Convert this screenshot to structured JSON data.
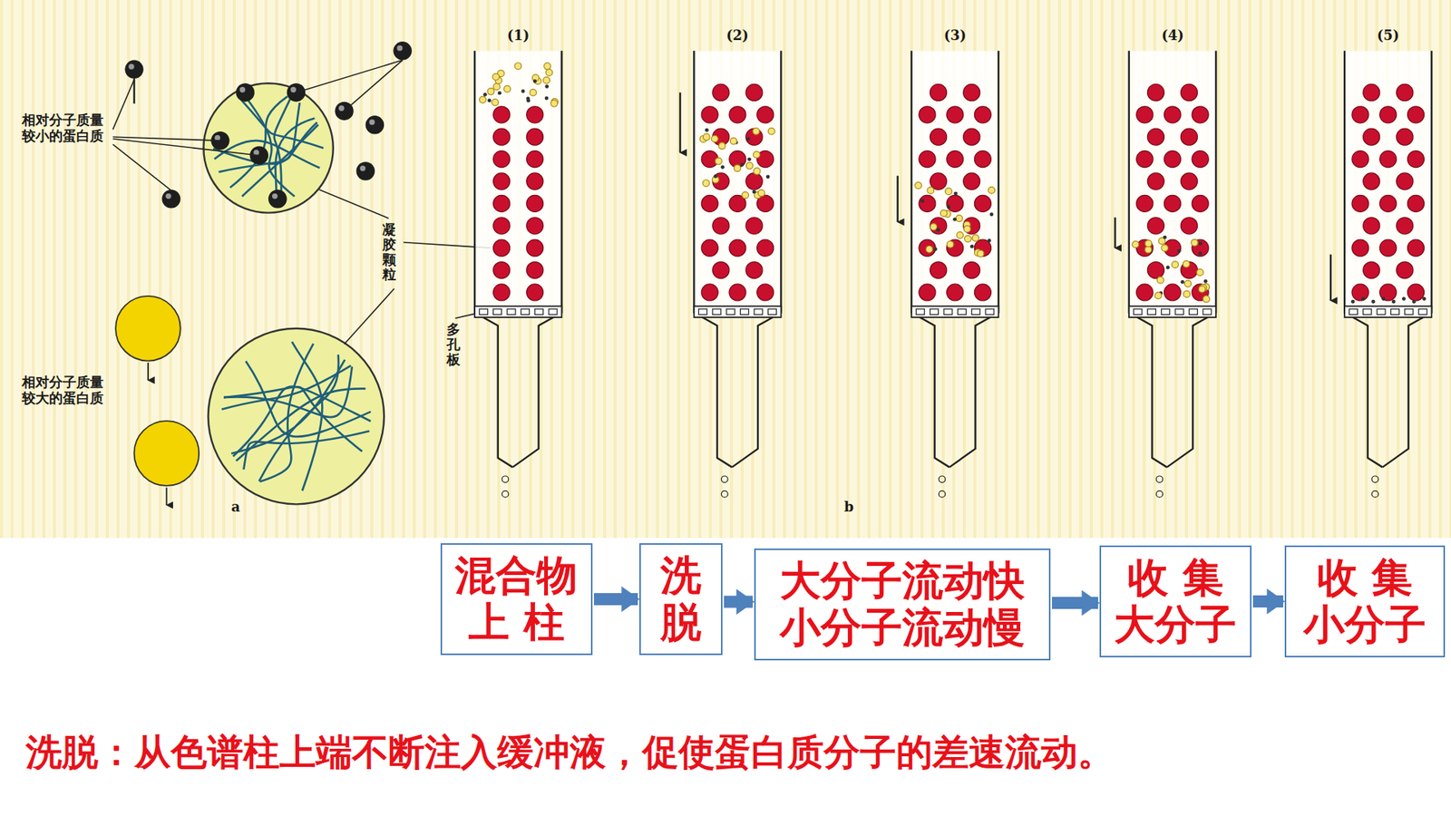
{
  "diagram": {
    "caption": "洗脱：从色谱柱上端不断注入缓冲液，促使蛋白质分子的差速流动。",
    "nodes": [
      {
        "text": [
          "混合物 上 柱"
        ]
      },
      {
        "text": [
          "洗 脱"
        ]
      },
      {
        "text": [
          "大分子流动快 小分子流动慢"
        ]
      },
      {
        "text": [
          "收 集 大分子"
        ]
      },
      {
        "text": [
          "收 集 小分子"
        ]
      }
    ],
    "edges": [
      {
        "from": 0,
        "to": 1,
        "arrow": "to"
      },
      {
        "from": 1,
        "to": 2,
        "arrow": "to"
      },
      {
        "from": 2,
        "to": 3,
        "arrow": "to"
      },
      {
        "from": 3,
        "to": 4,
        "arrow": "to"
      }
    ],
    "labels": [
      "相对分子质量较小的蛋白质",
      "凝胶颗粒",
      "多孔板",
      "相对分子质量较大的蛋白质",
      "a",
      "b",
      "(1)",
      "(2)",
      "(3)",
      "(4)",
      "(5)"
    ]
  }
}
